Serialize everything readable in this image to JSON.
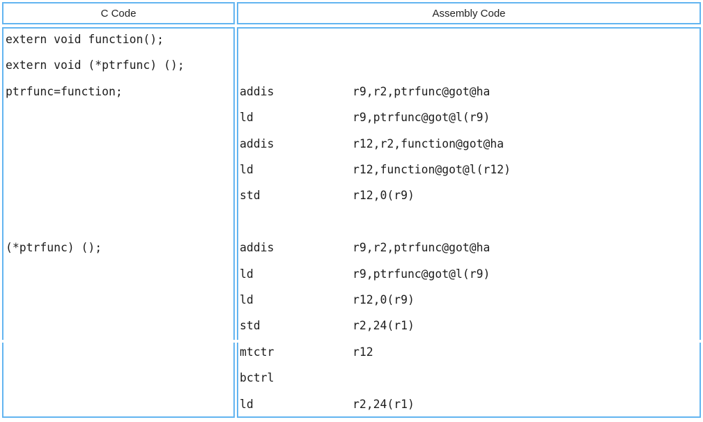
{
  "header": {
    "c_code_label": "C Code",
    "assembly_label": "Assembly Code"
  },
  "colors": {
    "border": "#62b4f0",
    "text": "#1c1c1c",
    "background": "#ffffff"
  },
  "rows": [
    {
      "c": "extern void function();",
      "asm_mnemonic": "",
      "asm_operands": ""
    },
    {
      "c": "extern void (*ptrfunc) ();",
      "asm_mnemonic": "",
      "asm_operands": ""
    },
    {
      "c": "ptrfunc=function;",
      "asm_mnemonic": "addis",
      "asm_operands": "r9,r2,ptrfunc@got@ha"
    },
    {
      "c": "",
      "asm_mnemonic": "ld",
      "asm_operands": "r9,ptrfunc@got@l(r9)"
    },
    {
      "c": "",
      "asm_mnemonic": "addis",
      "asm_operands": "r12,r2,function@got@ha"
    },
    {
      "c": "",
      "asm_mnemonic": "ld",
      "asm_operands": "r12,function@got@l(r12)"
    },
    {
      "c": "",
      "asm_mnemonic": "std",
      "asm_operands": "r12,0(r9)"
    },
    {
      "c": "",
      "asm_mnemonic": "",
      "asm_operands": ""
    },
    {
      "c": "(*ptrfunc) ();",
      "asm_mnemonic": "addis",
      "asm_operands": "r9,r2,ptrfunc@got@ha"
    },
    {
      "c": "",
      "asm_mnemonic": "ld",
      "asm_operands": "r9,ptrfunc@got@l(r9)"
    },
    {
      "c": "",
      "asm_mnemonic": "ld",
      "asm_operands": "r12,0(r9)"
    },
    {
      "c": "",
      "asm_mnemonic": "std",
      "asm_operands": "r2,24(r1)"
    },
    {
      "c": "",
      "asm_mnemonic": "mtctr",
      "asm_operands": "r12"
    },
    {
      "c": "",
      "asm_mnemonic": "bctrl",
      "asm_operands": ""
    },
    {
      "c": "",
      "asm_mnemonic": "ld",
      "asm_operands": "r2,24(r1)"
    }
  ]
}
